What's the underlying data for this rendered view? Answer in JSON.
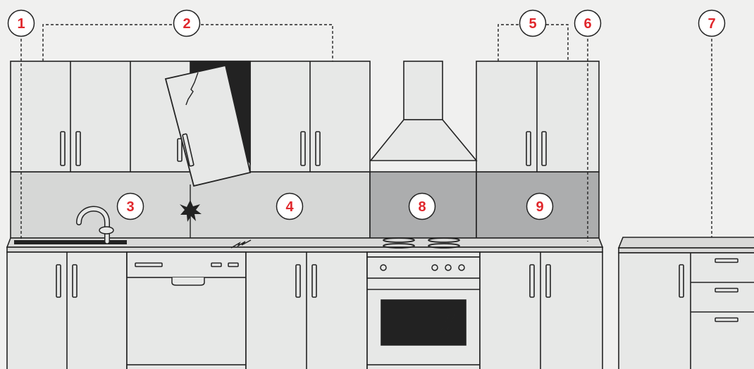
{
  "diagram": {
    "background": "#f0f0ef",
    "colors": {
      "cabinet": "#e7e8e7",
      "outline": "#232323",
      "backsplash_light": "#d6d7d6",
      "backsplash_dark": "#acadae",
      "countertop": "#d9d9d8",
      "dark_panel": "#222222",
      "marker_red": "#e0272c",
      "marker_fill": "#ffffff"
    },
    "markers": [
      {
        "label": "1"
      },
      {
        "label": "2"
      },
      {
        "label": "3"
      },
      {
        "label": "4"
      },
      {
        "label": "5"
      },
      {
        "label": "6"
      },
      {
        "label": "7"
      },
      {
        "label": "8"
      },
      {
        "label": "9"
      }
    ],
    "icons": [
      "sink-faucet-icon",
      "crack-icon",
      "impact-burst-icon",
      "broken-cabinet-door-icon",
      "range-hood-icon",
      "electric-cooktop-icon",
      "oven-icon",
      "dishwasher-icon"
    ]
  }
}
